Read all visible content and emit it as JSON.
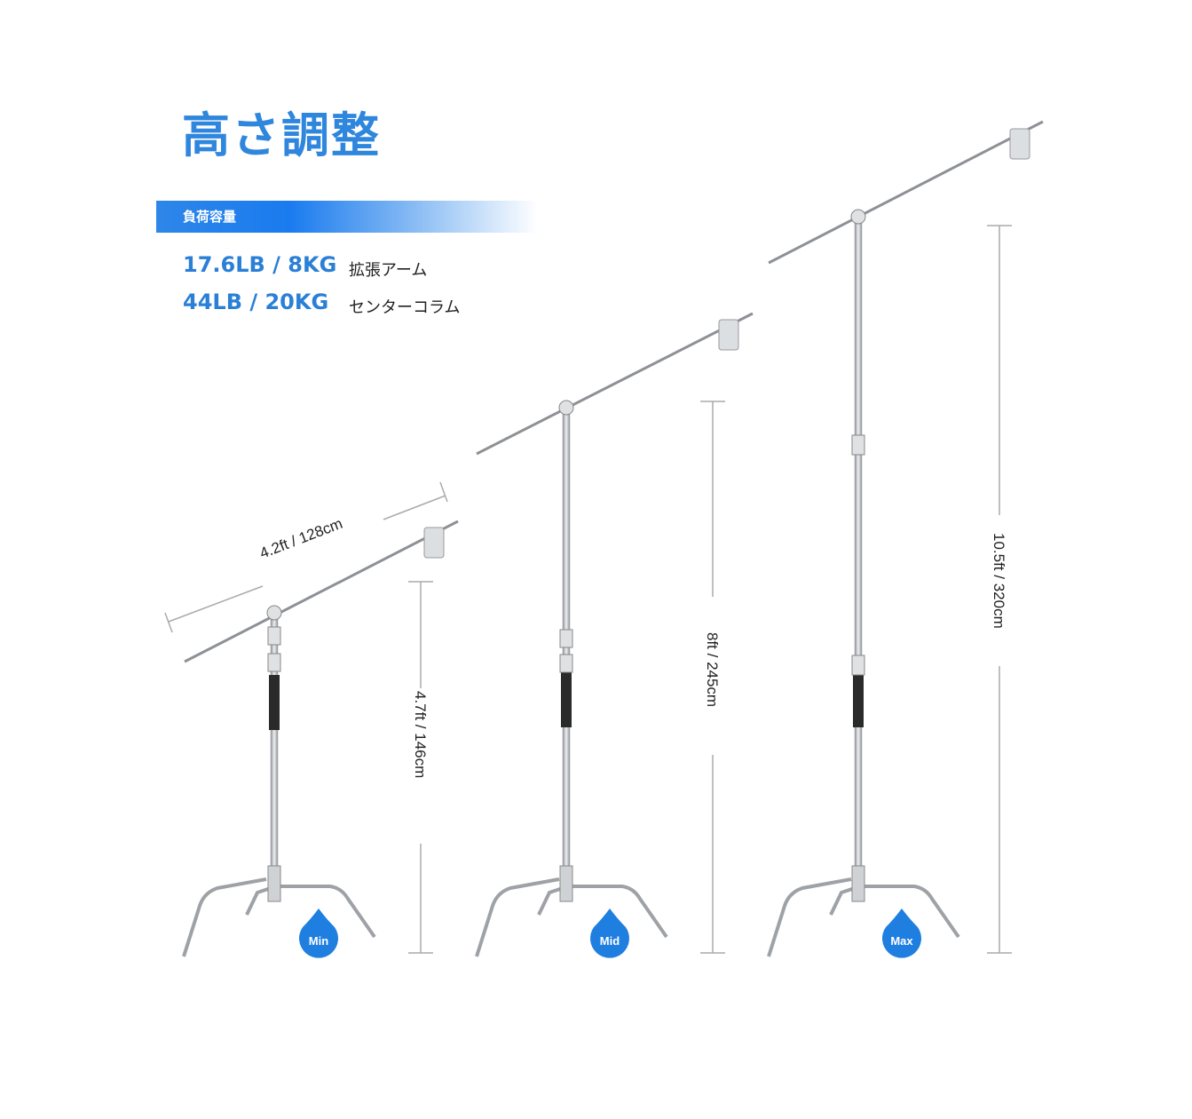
{
  "title": "高さ調整",
  "load_capacity": {
    "label": "負荷容量",
    "specs": [
      {
        "value": "17.6LB / 8KG",
        "part": "拡張アーム"
      },
      {
        "value": "44LB / 20KG",
        "part": "センターコラム"
      }
    ]
  },
  "arm_length": "4.2ft / 128cm",
  "stands": [
    {
      "badge": "Min",
      "height": "4.7ft / 146cm"
    },
    {
      "badge": "Mid",
      "height": "8ft / 245cm"
    },
    {
      "badge": "Max",
      "height": "10.5ft / 320cm"
    }
  ],
  "colors": {
    "accent": "#2a7fd6",
    "badge": "#1f7fe0",
    "dim_line": "#aaaaaa",
    "steel": "#b9bcc0"
  }
}
